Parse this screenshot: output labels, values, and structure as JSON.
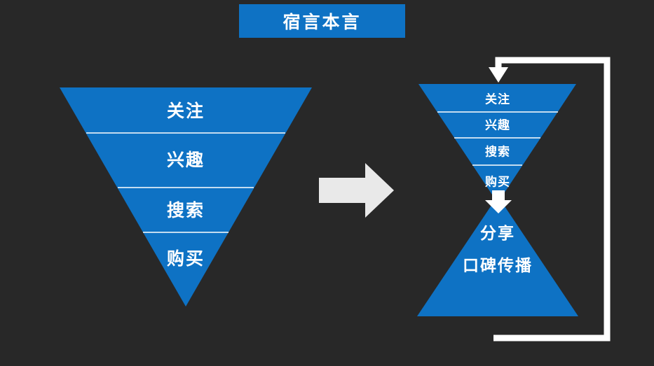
{
  "title": "宿言本言",
  "colors": {
    "background": "#282828",
    "funnel_blue": "#0e72c4",
    "divider_white": "#ffffff",
    "flow_arrow_gray": "#e9e9e9",
    "text_white": "#ffffff"
  },
  "left_funnel": {
    "stages": [
      "关注",
      "兴趣",
      "搜索",
      "购买"
    ]
  },
  "right_funnel": {
    "top_stages": [
      "关注",
      "兴趣",
      "搜索",
      "购买"
    ],
    "bottom_stages": [
      "分享",
      "口碑传播"
    ]
  },
  "icons": {
    "flow": "right-block-arrow-icon",
    "waist": "down-block-arrow-icon",
    "feedback": "loop-return-arrow-icon"
  }
}
